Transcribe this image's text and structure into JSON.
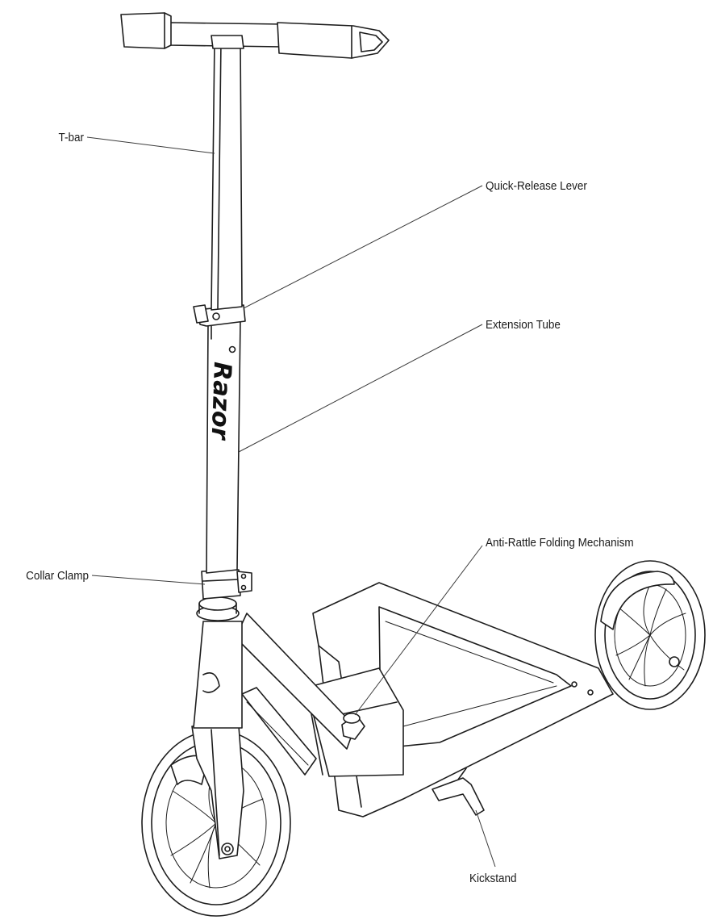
{
  "labels": {
    "t_bar": "T-bar",
    "quick_release_lever": "Quick-Release Lever",
    "extension_tube": "Extension Tube",
    "collar_clamp": "Collar Clamp",
    "anti_rattle": "Anti-Rattle Folding Mechanism",
    "kickstand": "Kickstand"
  },
  "brand_logo": "Razor",
  "colors": {
    "line": "#1d1d1d",
    "background": "#ffffff"
  }
}
